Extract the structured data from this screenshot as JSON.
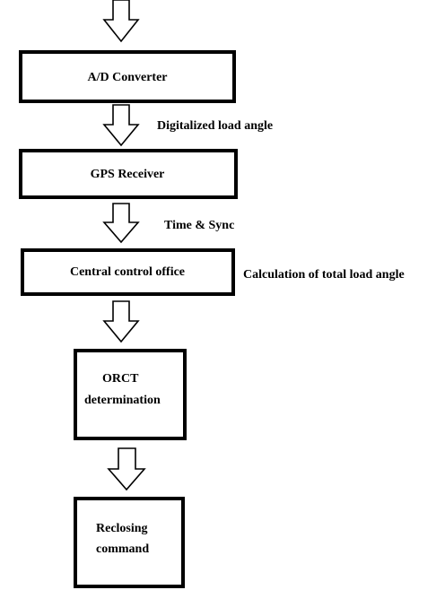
{
  "flowchart": {
    "boxes": [
      {
        "id": "ad-converter",
        "lines": [
          "A/D Converter"
        ]
      },
      {
        "id": "gps-receiver",
        "lines": [
          "GPS Receiver"
        ]
      },
      {
        "id": "central-control-office",
        "lines": [
          "Central control office"
        ]
      },
      {
        "id": "orct-determination",
        "lines": [
          "ORCT",
          "determination"
        ]
      },
      {
        "id": "reclosing-command",
        "lines": [
          "Reclosing",
          "command"
        ]
      }
    ],
    "annotations": {
      "digitalized": "Digitalized load angle",
      "time_sync": "Time & Sync",
      "total_angle": "Calculation of total load angle"
    }
  }
}
